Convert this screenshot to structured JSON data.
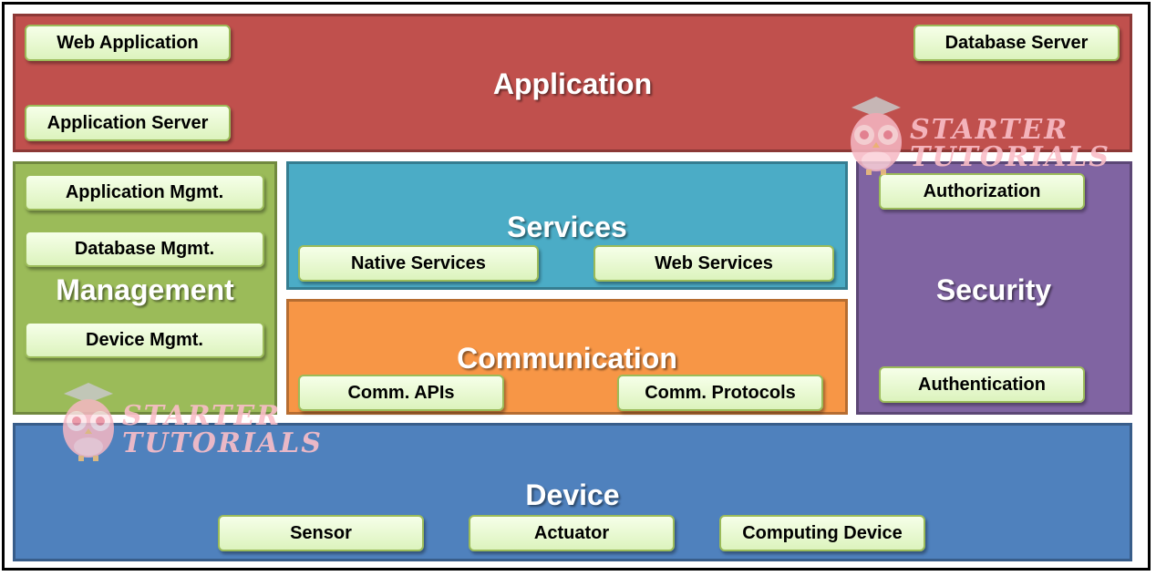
{
  "layers": {
    "application": {
      "title": "Application",
      "items": [
        "Web Application",
        "Database Server",
        "Application Server"
      ]
    },
    "management": {
      "title": "Management",
      "items": [
        "Application Mgmt.",
        "Database Mgmt.",
        "Device Mgmt."
      ]
    },
    "services": {
      "title": "Services",
      "items": [
        "Native Services",
        "Web Services"
      ]
    },
    "communication": {
      "title": "Communication",
      "items": [
        "Comm. APIs",
        "Comm. Protocols"
      ]
    },
    "security": {
      "title": "Security",
      "items": [
        "Authorization",
        "Authentication"
      ]
    },
    "device": {
      "title": "Device",
      "items": [
        "Sensor",
        "Actuator",
        "Computing Device"
      ]
    }
  },
  "watermark": {
    "line1": "STARTER",
    "line2": "TUTORIALS"
  },
  "colors": {
    "application": "#c0504d",
    "management": "#9bbb59",
    "services": "#4bacc6",
    "communication": "#f79646",
    "security": "#8064a2",
    "device": "#4f81bd",
    "chip": "#e4f5cc"
  }
}
